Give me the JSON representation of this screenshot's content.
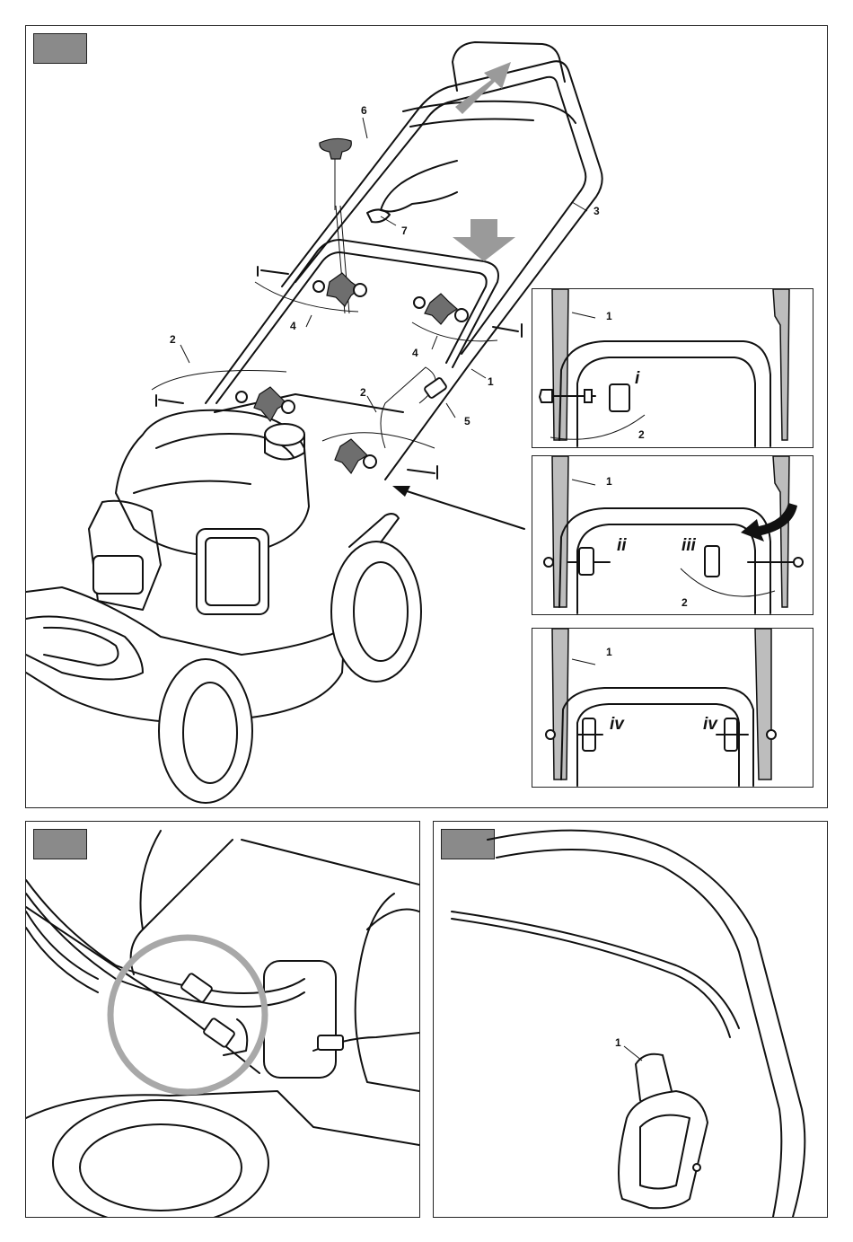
{
  "panel_main": {
    "callouts": {
      "c1": "1",
      "c2a": "2",
      "c2b": "2",
      "c3": "3",
      "c4a": "4",
      "c4b": "4",
      "c5": "5",
      "c6": "6",
      "c7": "7"
    },
    "inset1": {
      "num1": "1",
      "num2": "2",
      "step_i": "i"
    },
    "inset2": {
      "num1": "1",
      "num2": "2",
      "step_ii": "ii",
      "step_iii": "iii"
    },
    "inset3": {
      "num1": "1",
      "step_iv_left": "iv",
      "step_iv_right": "iv"
    }
  },
  "panel_bottom_left": {},
  "panel_bottom_right": {
    "callouts": {
      "c1": "1"
    }
  },
  "colors": {
    "tag_fill": "#8a8a8a",
    "arrow_fill": "#9a9a9a",
    "circle_stroke": "#a8a8a8",
    "border": "#222222"
  }
}
